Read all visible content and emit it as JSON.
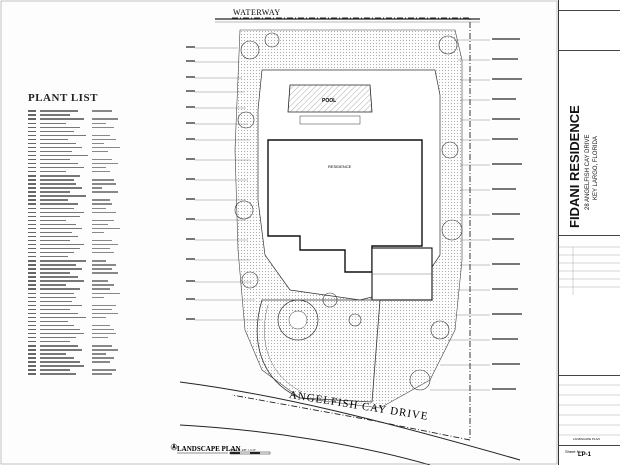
{
  "drawing": {
    "waterway_label": "WATERWAY",
    "drive_label": "ANGELFISH CAY DRIVE",
    "plan_title": "LANDSCAPE PLAN",
    "scale_label": "SCALE: 1/8\" = 1'-0\"",
    "residence_label": "RESIDENCE",
    "pool_label": "POOL"
  },
  "plant_list": {
    "title": "PLANT LIST"
  },
  "title_block": {
    "project_name": "FIDANI RESIDENCE",
    "address_line1": "28 ANGELFISH CAY DRIVE",
    "address_line2": "KEY LARGO, FLORIDA",
    "sheet_title": "LANDSCAPE PLAN",
    "sheet_number": "LP-1"
  }
}
